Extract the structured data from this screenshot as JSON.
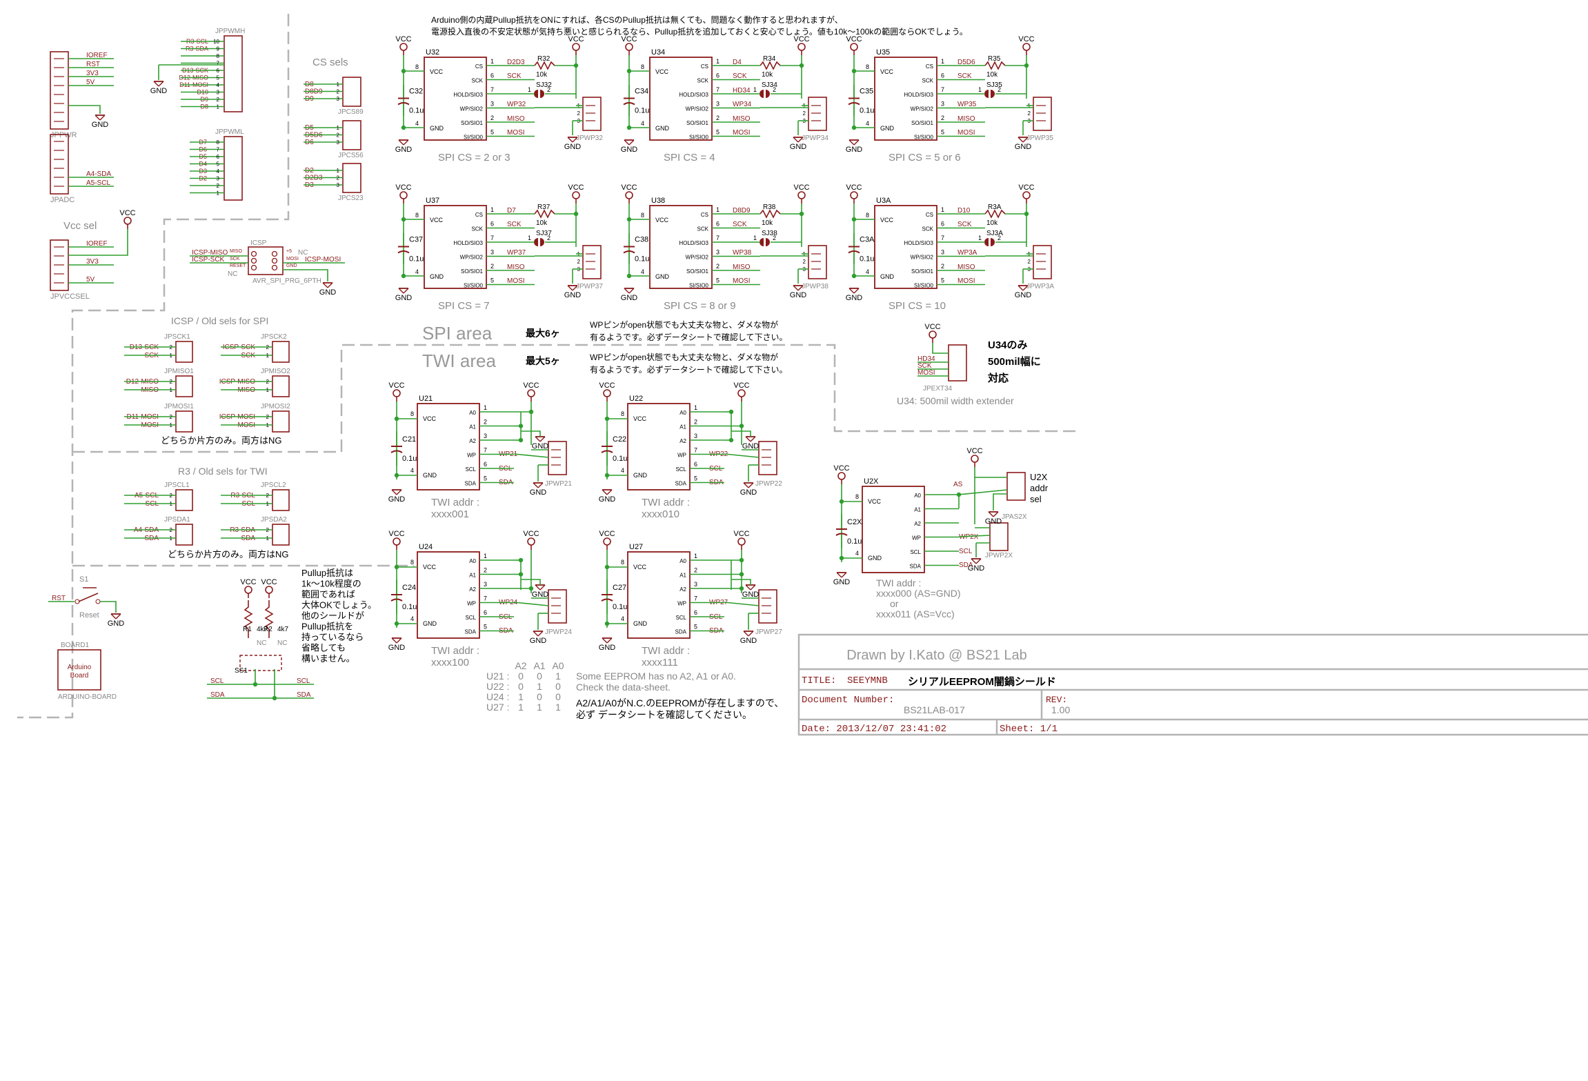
{
  "colors": {
    "wire": "#2e9e2e",
    "part": "#8b1a1a",
    "net": "#8b1a1a",
    "pin": "#8b1a1a",
    "frame": "#b4b4b4",
    "text": "#000000",
    "gray": "#888888"
  },
  "notes": {
    "top_1": "Arduino側の内蔵Pullup抵抗をONにすれば、各CSのPullup抵抗は無くても、問題なく動作すると思われますが、",
    "top_2": "電源投入直後の不安定状態が気持ち悪いと感じられるなら、Pullup抵抗を追加しておくと安心でしょう。値も10k〜100kの範囲ならOKでしょう。",
    "wp_1": "WPピンがopen状態でも大丈夫な物と、ダメな物が",
    "wp_2": "有るようです。必ずデータシートで確認して下さい。",
    "u34_1": "U34のみ",
    "u34_2": "500mil幅に",
    "u34_3": "対応",
    "u34_ext": "U34: 500mil width extender",
    "either_1": "どちらか片方のみ。両方はNG",
    "either_2": "どちらか片方のみ。両方はNG",
    "pullup": [
      "Pullup抵抗は",
      "1k〜10k程度の",
      "範囲であれば",
      "大体OKでしょう。",
      "他のシールドが",
      "Pullup抵抗を",
      "持っているなら",
      "省略しても",
      "構いません。"
    ],
    "eeprom_1": "Some EEPROM has no A2, A1 or A0.",
    "eeprom_2": "Check the data-sheet.",
    "eeprom_3": "A2/A1/A0がN.C.のEEPROMが存在しますので、",
    "eeprom_4": "必ず データシートを確認してください。"
  },
  "areas": {
    "spi": "SPI area",
    "spi_max": "最大6ヶ",
    "twi": "TWI area",
    "twi_max": "最大5ヶ"
  },
  "sections": {
    "cs_sels": "CS sels",
    "vcc_sel": "Vcc sel",
    "icsp_old": "ICSP / Old sels for SPI",
    "r3_old": "R3 / Old sels for TWI"
  },
  "addr_table": {
    "header": [
      "A2",
      "A1",
      "A0"
    ],
    "rows": [
      [
        "U21 :",
        "0",
        "0",
        "1"
      ],
      [
        "U22 :",
        "0",
        "1",
        "0"
      ],
      [
        "U24 :",
        "1",
        "0",
        "0"
      ],
      [
        "U27 :",
        "1",
        "1",
        "1"
      ]
    ]
  },
  "title_block": {
    "drawn": "Drawn by I.Kato @ BS21 Lab",
    "title_label": "TITLE:",
    "title_value": "SEEYMNB",
    "title_jp": "シリアルEEPROM闇鍋シールド",
    "doc_label": "Document Number:",
    "doc_value": "BS21LAB-017",
    "rev_label": "REV:",
    "rev_value": "1.00",
    "date": "Date: 2013/12/07 23:41:02",
    "sheet": "Sheet: 1/1"
  },
  "spi_chips": [
    {
      "u": "U32",
      "cap": "C32",
      "r": "R32",
      "sj": "SJ32",
      "jp": "JPWP32",
      "cs": "D2D3",
      "wp": "WP32",
      "caption": "SPI CS = 2 or 3"
    },
    {
      "u": "U34",
      "cap": "C34",
      "r": "R34",
      "sj": "SJ34",
      "jp": "JPWP34",
      "cs": "D4",
      "wp": "WP34",
      "hold": "HD34",
      "caption": "SPI CS = 4"
    },
    {
      "u": "U35",
      "cap": "C35",
      "r": "R35",
      "sj": "SJ35",
      "jp": "JPWP35",
      "cs": "D5D6",
      "wp": "WP35",
      "caption": "SPI CS = 5 or 6"
    },
    {
      "u": "U37",
      "cap": "C37",
      "r": "R37",
      "sj": "SJ37",
      "jp": "JPWP37",
      "cs": "D7",
      "wp": "WP37",
      "caption": "SPI CS = 7"
    },
    {
      "u": "U38",
      "cap": "C38",
      "r": "R38",
      "sj": "SJ38",
      "jp": "JPWP38",
      "cs": "D8D9",
      "wp": "WP38",
      "caption": "SPI CS = 8 or 9"
    },
    {
      "u": "U3A",
      "cap": "C3A",
      "r": "R3A",
      "sj": "SJ3A",
      "jp": "JPWP3A",
      "cs": "D10",
      "wp": "WP3A",
      "caption": "SPI CS = 10"
    }
  ],
  "twi_chips": [
    {
      "u": "U21",
      "cap": "C21",
      "jp": "JPWP21",
      "wp": "WP21",
      "addr_1": "TWI addr :",
      "addr_2": "xxxx001"
    },
    {
      "u": "U22",
      "cap": "C22",
      "jp": "JPWP22",
      "wp": "WP22",
      "addr_1": "TWI addr :",
      "addr_2": "xxxx010"
    },
    {
      "u": "U24",
      "cap": "C24",
      "jp": "JPWP24",
      "wp": "WP24",
      "addr_1": "TWI addr :",
      "addr_2": "xxxx100"
    },
    {
      "u": "U27",
      "cap": "C27",
      "jp": "JPWP27",
      "wp": "WP27",
      "addr_1": "TWI addr :",
      "addr_2": "xxxx111"
    }
  ],
  "u2x": {
    "u": "U2X",
    "cap": "C2X",
    "jp": "JPWP2X",
    "jpas": "JPAS2X",
    "as": "AS",
    "wp": "WP2X",
    "sel_1": "U2X",
    "sel_2": "addr",
    "sel_3": "sel",
    "addr": [
      "TWI addr :",
      "xxxx000 (AS=GND)",
      "or",
      "xxxx011 (AS=Vcc)"
    ]
  },
  "labels": {
    "vcc": "VCC",
    "gnd": "GND",
    "cap_val": "0.1u",
    "res_val": "10k",
    "r_val": "4k7",
    "nc": "NC",
    "reset": "Reset",
    "s1": "S1",
    "board": "BOARD1",
    "board_text_1": "Arduino",
    "board_text_2": "Board",
    "board_part": "ARDUINO-BOARD",
    "icsp": "ICSP",
    "icsp_part": "AVR_SPI_PRG_6PTH"
  }
}
